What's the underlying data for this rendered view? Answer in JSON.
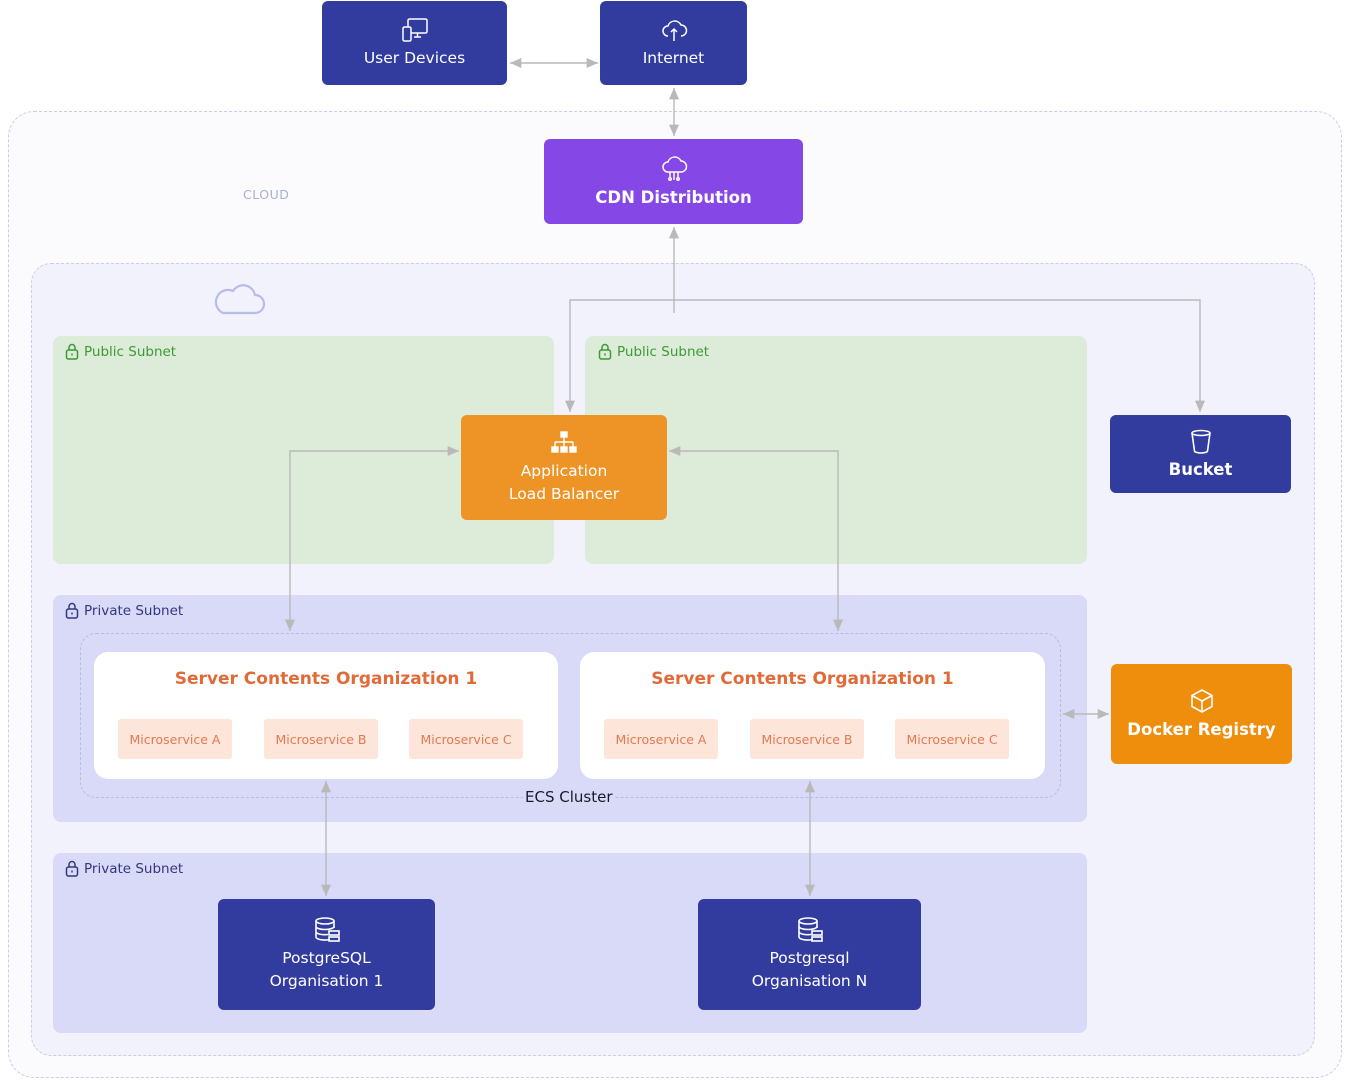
{
  "cloud": {
    "label": "CLOUD"
  },
  "nodes": {
    "user_devices": "User Devices",
    "internet": "Internet",
    "cdn": "CDN Distribution",
    "alb": "Application\nLoad Balancer",
    "bucket": "Bucket",
    "docker": "Docker Registry",
    "pg1": "PostgreSQL\nOrganisation 1",
    "pgN": "Postgresql\nOrganisation N"
  },
  "subnets": {
    "public_1": "Public Subnet",
    "public_2": "Public Subnet",
    "private_1": "Private Subnet",
    "private_2": "Private Subnet"
  },
  "ecs": {
    "label": "ECS Cluster",
    "orgs": [
      {
        "title": "Server Contents Organization 1",
        "services": [
          "Microservice A",
          "Microservice B",
          "Microservice C"
        ]
      },
      {
        "title": "Server Contents Organization 1",
        "services": [
          "Microservice A",
          "Microservice B",
          "Microservice C"
        ]
      }
    ]
  },
  "colors": {
    "navy": "#323c9e",
    "purple": "#8547e6",
    "orange": "#ee9325",
    "public_subnet": "#dcecd9",
    "private_subnet": "#d9daf7",
    "org_title": "#e06a38",
    "connector": "#b9b9b9"
  },
  "icons": {
    "user_devices": "devices-icon",
    "internet": "cloud-upload-icon",
    "cdn": "cloud-network-icon",
    "alb": "hierarchy-icon",
    "bucket": "bucket-icon",
    "docker": "cube-icon",
    "database": "database-icon",
    "vpc": "cloud-outline-icon",
    "subnet": "lock-icon"
  }
}
